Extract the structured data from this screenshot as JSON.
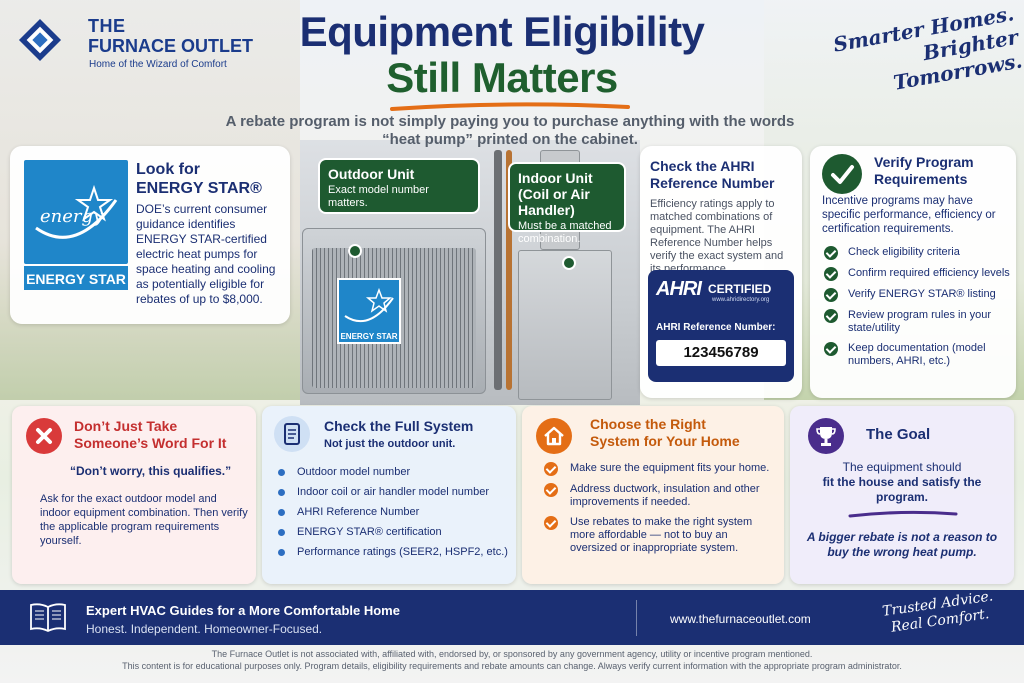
{
  "brand": {
    "name_line1": "THE",
    "name_line2": "FURNACE OUTLET",
    "tagline": "Home of the Wizard of Comfort"
  },
  "header": {
    "title_line1": "Equipment Eligibility",
    "title_line2": "Still Matters",
    "subtitle_line1": "A rebate program is not simply paying you to purchase anything with the words",
    "subtitle_line2": "“heat pump” printed on the cabinet.",
    "slogan_line1": "Smarter Homes.",
    "slogan_line2": "Brighter Tomorrows."
  },
  "energy_star": {
    "logo_script": "energy",
    "logo_label": "ENERGY STAR",
    "heading_line1": "Look for",
    "heading_line2": "ENERGY STAR®",
    "body": "DOE’s current consumer guidance identifies ENERGY STAR-certified electric heat pumps for space heating and cooling as potentially eligible for rebates of up to $8,000."
  },
  "callouts": {
    "outdoor": {
      "title": "Outdoor Unit",
      "body": "Exact model number matters."
    },
    "indoor": {
      "title": "Indoor Unit",
      "title2": "(Coil or Air Handler)",
      "body": "Must be a matched combination."
    },
    "unit_badge_label": "ENERGY STAR"
  },
  "ahri": {
    "heading_line1": "Check the AHRI",
    "heading_line2": "Reference Number",
    "body": "Efficiency ratings apply to matched combinations of equipment. The AHRI Reference Number helps verify the exact system and its performance.",
    "logo": "AHRI",
    "certified": "CERTIFIED",
    "url": "www.ahridirectory.org",
    "number_label": "AHRI Reference Number:",
    "number": "123456789"
  },
  "verify": {
    "heading_line1": "Verify Program",
    "heading_line2": "Requirements",
    "body": "Incentive programs may have specific performance, efficiency or certification requirements.",
    "items": [
      "Check eligibility criteria",
      "Confirm required efficiency levels",
      "Verify ENERGY STAR® listing",
      "Review program rules in your state/utility",
      "Keep documentation (model numbers, AHRI, etc.)"
    ]
  },
  "warning": {
    "heading_line1": "Don’t Just Take",
    "heading_line2": "Someone’s Word For It",
    "quote": "“Don’t worry, this qualifies.”",
    "body": "Ask for the exact outdoor model and indoor equipment combination. Then verify the applicable program requirements yourself."
  },
  "full_system": {
    "heading": "Check the Full System",
    "subheading": "Not just the outdoor unit.",
    "items": [
      "Outdoor model number",
      "Indoor coil or air handler model number",
      "AHRI Reference Number",
      "ENERGY STAR® certification",
      "Performance ratings (SEER2, HSPF2, etc.)"
    ]
  },
  "right_system": {
    "heading_line1": "Choose the Right",
    "heading_line2": "System for Your Home",
    "items": [
      "Make sure the equipment fits your home.",
      "Address ductwork, insulation and other improvements if needed.",
      "Use rebates to make the right system more affordable — not to buy an oversized or inappropriate system."
    ]
  },
  "goal": {
    "heading": "The Goal",
    "body_line1": "The equipment should",
    "body_strong": "fit the house and satisfy the program.",
    "note": "A bigger rebate is not a reason to buy the wrong heat pump."
  },
  "footer": {
    "heading": "Expert HVAC Guides for a More Comfortable Home",
    "sub": "Honest. Independent. Homeowner-Focused.",
    "url": "www.thefurnaceoutlet.com",
    "slogan_line1": "Trusted Advice.",
    "slogan_line2": "Real Comfort."
  },
  "disclaimer": {
    "line1": "The Furnace Outlet is not associated with, affiliated with, endorsed by, or sponsored by any government agency, utility or incentive program mentioned.",
    "line2": "This content is for educational purposes only. Program details, eligibility requirements and rebate amounts can change. Always verify current information with the appropriate program administrator."
  },
  "colors": {
    "navy": "#1b2f73",
    "green": "#1e5a30",
    "energy_star_blue": "#1f86c9",
    "warning_red": "#d93a3a",
    "orange": "#e46e16",
    "purple": "#4a2d8c"
  }
}
